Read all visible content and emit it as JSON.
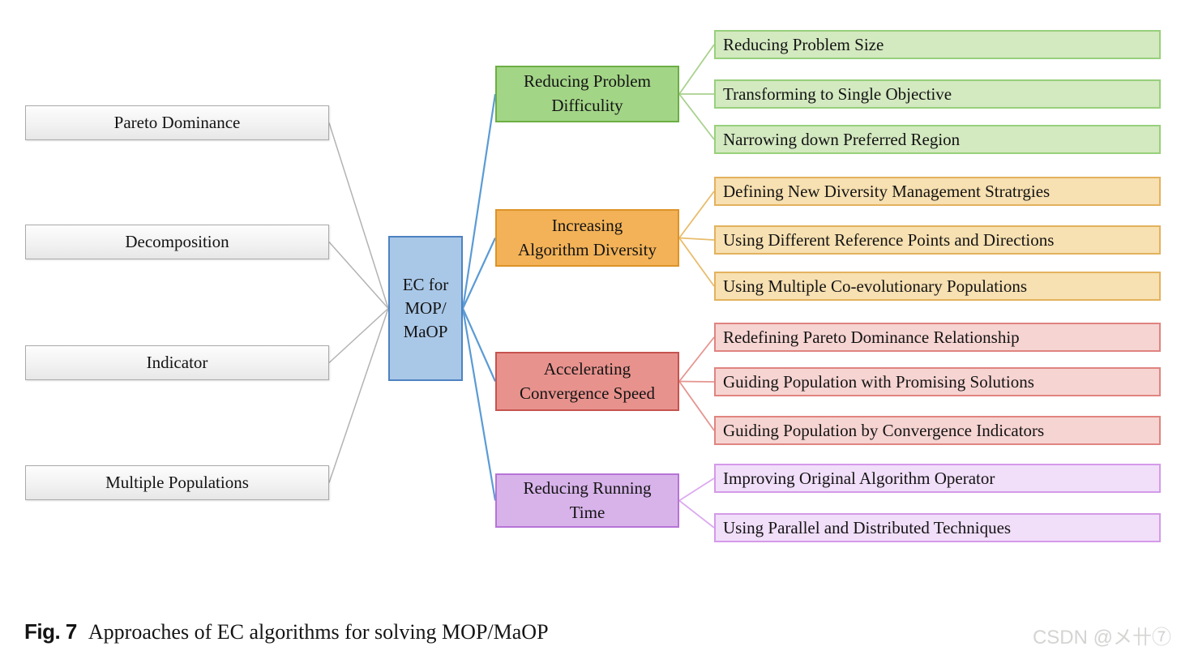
{
  "figure": {
    "caption_label": "Fig. 7",
    "caption_text": "Approaches of EC algorithms for solving MOP/MaOP",
    "watermark": "CSDN @メ卄⑦"
  },
  "root": {
    "label": "EC for\nMOP/\nMaOP"
  },
  "left_items": [
    {
      "label": "Pareto Dominance"
    },
    {
      "label": "Decomposition"
    },
    {
      "label": "Indicator"
    },
    {
      "label": "Multiple Populations"
    }
  ],
  "categories": [
    {
      "label": "Reducing Problem\nDifficulity",
      "fill": "#a3d587",
      "border": "#6cae44",
      "leaf_fill": "#d3e9c0",
      "leaf_border": "#97d07c",
      "line_color": "#a9d18e",
      "leaves": [
        "Reducing Problem Size",
        "Transforming to Single Objective",
        "Narrowing down Preferred Region"
      ]
    },
    {
      "label": "Increasing\nAlgorithm Diversity",
      "fill": "#f3b257",
      "border": "#dd9328",
      "leaf_fill": "#f7e0b1",
      "leaf_border": "#e3b25e",
      "line_color": "#e8bc6c",
      "leaves": [
        "Defining New Diversity Management Stratrgies",
        "Using Different Reference Points and Directions",
        "Using Multiple Co-evolutionary Populations"
      ]
    },
    {
      "label": "Accelerating\nConvergence Speed",
      "fill": "#e8928d",
      "border": "#c6534f",
      "leaf_fill": "#f6d4d2",
      "leaf_border": "#e08480",
      "line_color": "#e59490",
      "leaves": [
        "Redefining Pareto Dominance Relationship",
        "Guiding Population with Promising Solutions",
        "Guiding Population by Convergence Indicators"
      ]
    },
    {
      "label": "Reducing Running\nTime",
      "fill": "#d8b3ea",
      "border": "#b674d6",
      "leaf_fill": "#f1def9",
      "leaf_border": "#d49ae8",
      "line_color": "#dcaaf0",
      "leaves": [
        "Improving Original Algorithm Operator",
        "Using Parallel and Distributed Techniques"
      ]
    }
  ],
  "colors": {
    "gray_line": "#b3b3b3",
    "blue_line": "#5b9bd5",
    "root_fill": "#a9c8e8",
    "root_border": "#4e82c0"
  }
}
